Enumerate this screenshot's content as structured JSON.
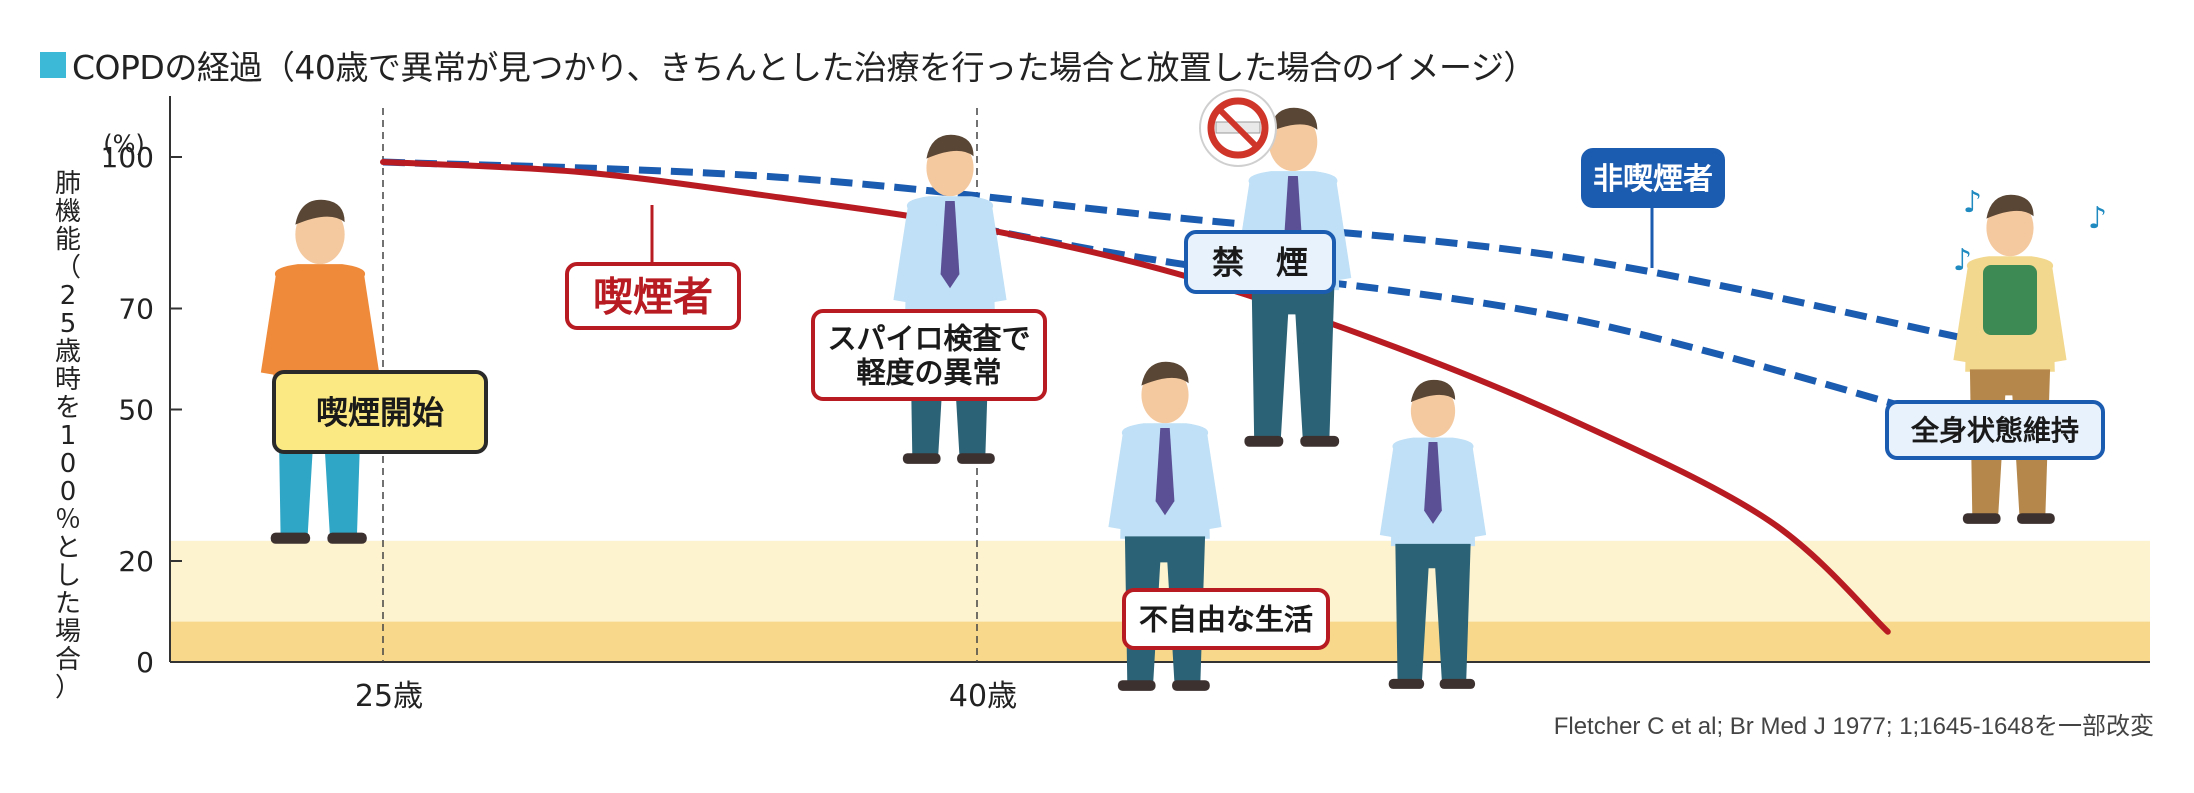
{
  "title": "COPDの経過（40歳で異常が見つかり、きちんとした治療を行った場合と放置した場合のイメージ）",
  "source": "Fletcher C et al; Br Med J 1977; 1;1645-1648を一部改変",
  "colors": {
    "title_square": "#3bb9d6",
    "smoker": "#b81c22",
    "nonsmoker": "#1b5bb0",
    "axis": "#333333",
    "band_light": "#fdf3cf",
    "band_dark": "#f8d98c",
    "label_yellow": "#fbe984"
  },
  "chart_data": {
    "type": "line",
    "ylabel": "肺機能（25歳時を100％とした場合）",
    "yunit": "(%)",
    "ylim": [
      0,
      110
    ],
    "yticks": [
      0,
      20,
      50,
      70,
      100
    ],
    "x_markers": [
      {
        "age": 25,
        "label": "25歳"
      },
      {
        "age": 40,
        "label": "40歳"
      }
    ],
    "series": [
      {
        "name": "喫煙者",
        "style": "solid",
        "points": [
          [
            25,
            99
          ],
          [
            30,
            97
          ],
          [
            35,
            92
          ],
          [
            40,
            86
          ],
          [
            45,
            77
          ],
          [
            50,
            64
          ],
          [
            55,
            48
          ],
          [
            60,
            28
          ],
          [
            63,
            6
          ]
        ]
      },
      {
        "name": "非喫煙者",
        "style": "dashed",
        "points": [
          [
            25,
            99
          ],
          [
            35,
            96
          ],
          [
            45,
            88
          ],
          [
            55,
            80
          ],
          [
            65,
            64
          ]
        ]
      },
      {
        "name": "禁煙",
        "style": "dashed",
        "points": [
          [
            40,
            86
          ],
          [
            45,
            79
          ],
          [
            55,
            68
          ],
          [
            65,
            47
          ]
        ]
      }
    ],
    "bands": [
      {
        "from": 8,
        "to": 24
      },
      {
        "from": 0,
        "to": 8
      }
    ],
    "annotations": [
      {
        "text": "喫煙開始",
        "style": "yellow"
      },
      {
        "text": "喫煙者",
        "style": "red-big"
      },
      {
        "text": "スパイロ検査で\n軽度の異常",
        "style": "red"
      },
      {
        "text": "禁　煙",
        "style": "blue"
      },
      {
        "text": "非喫煙者",
        "style": "blue-filled"
      },
      {
        "text": "全身状態維持",
        "style": "blue"
      },
      {
        "text": "不自由な生活",
        "style": "red"
      }
    ]
  }
}
